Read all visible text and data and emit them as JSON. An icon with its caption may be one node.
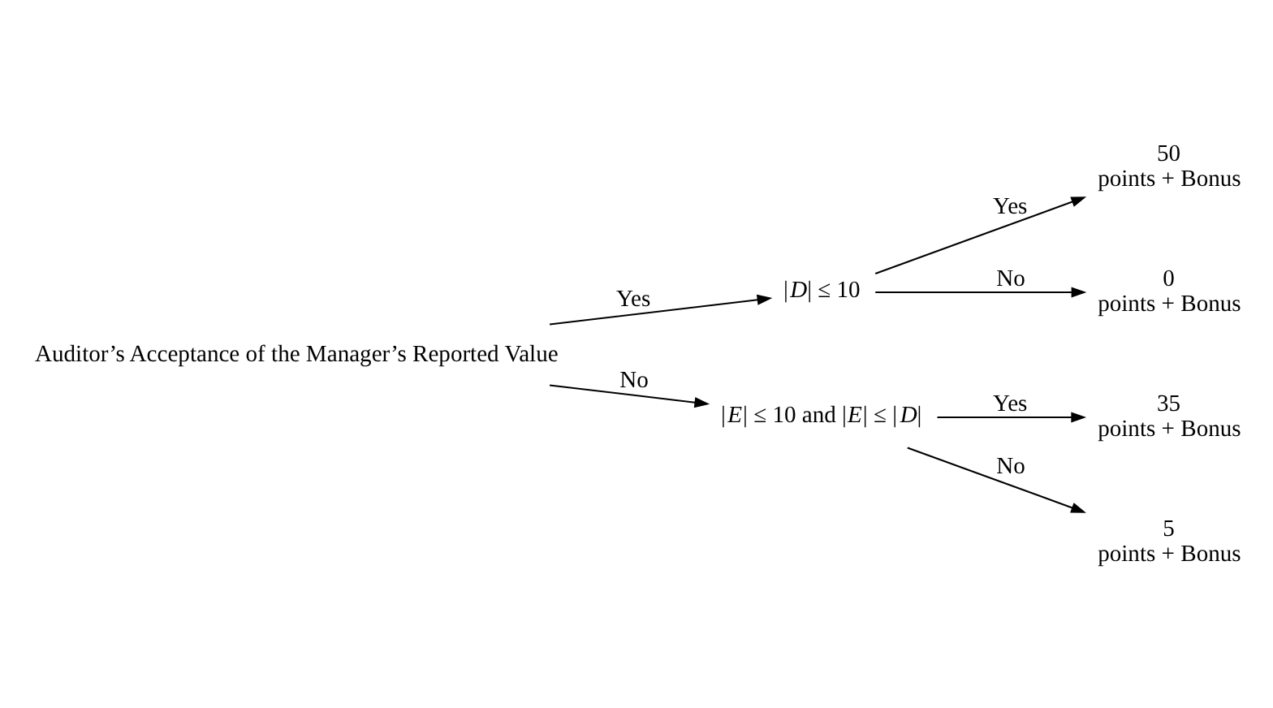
{
  "diagram": {
    "nodes": [
      {
        "text": [
          "Auditor’s Acceptance of the Manager’s Reported Value"
        ]
      },
      {
        "text": [
          "|*D*| ≤ 10"
        ]
      },
      {
        "text": [
          "|*E*| ≤ 10 and |*E*| ≤ |*D*|"
        ]
      },
      {
        "text": [
          "50",
          "points + Bonus"
        ]
      },
      {
        "text": [
          "0",
          "points + Bonus"
        ]
      },
      {
        "text": [
          "35",
          "points + Bonus"
        ]
      },
      {
        "text": [
          "5",
          "points + Bonus"
        ]
      }
    ],
    "edges": [
      {
        "from": 0,
        "to": 1,
        "arrow": "to",
        "label": "Yes"
      },
      {
        "from": 0,
        "to": 2,
        "arrow": "to",
        "label": "No"
      },
      {
        "from": 1,
        "to": 3,
        "arrow": "to",
        "label": "Yes"
      },
      {
        "from": 1,
        "to": 4,
        "arrow": "to",
        "label": "No"
      },
      {
        "from": 2,
        "to": 5,
        "arrow": "to",
        "label": "Yes"
      },
      {
        "from": 2,
        "to": 6,
        "arrow": "to",
        "label": "No"
      }
    ]
  }
}
